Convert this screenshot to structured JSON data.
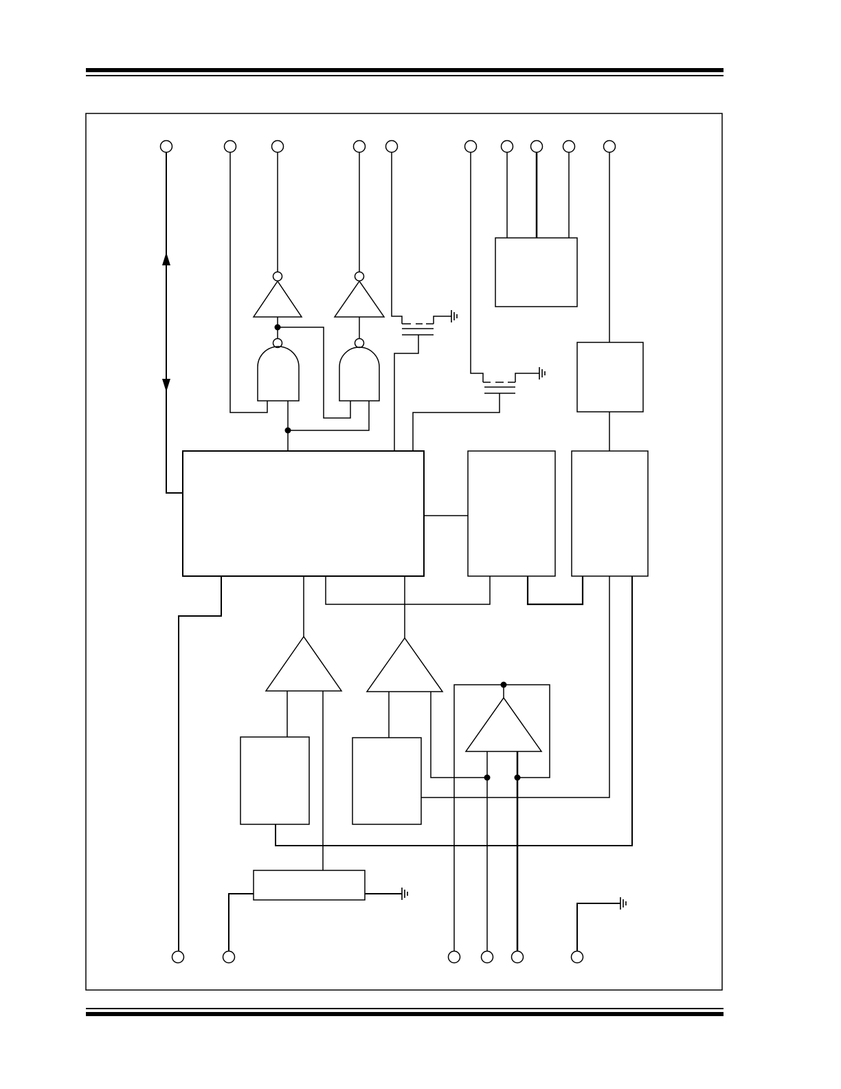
{
  "page": {
    "header_rule": "double-thick",
    "footer_rule": "double-thick"
  },
  "diagram": {
    "kind": "functional block diagram",
    "labels_printed": false,
    "colors": {
      "line": "#000000",
      "background": "#ffffff"
    },
    "pins_top_count": 10,
    "pins_bottom_count": 6
  }
}
